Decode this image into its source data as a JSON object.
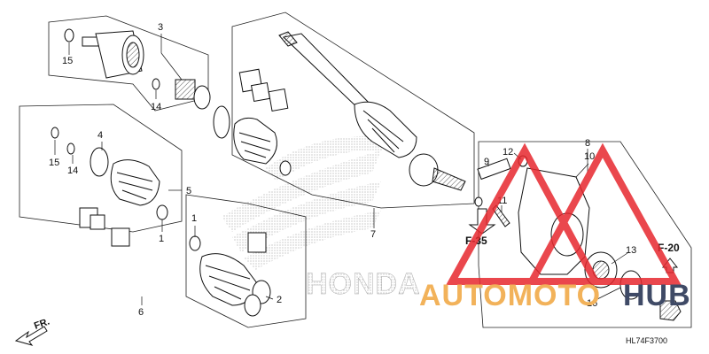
{
  "diagram": {
    "drawing_code": "HL74F3700",
    "front_label": "FR.",
    "callouts": {
      "c1a": "1",
      "c1b": "1",
      "c2": "2",
      "c3": "3",
      "c4": "4",
      "c5": "5",
      "c6": "6",
      "c7": "7",
      "c8": "8",
      "c9": "9",
      "c10": "10",
      "c11": "11",
      "c12": "12",
      "c13": "13",
      "c14a": "14",
      "c14b": "14",
      "c15a": "15",
      "c15b": "15",
      "c16": "16"
    },
    "references": {
      "f35": "F-35",
      "f20": "F-20"
    }
  },
  "watermark": {
    "brand_text": "HONDA",
    "overlay_text_a": "AUTOMOTO",
    "overlay_text_b": "HUB",
    "overlay_color_a": "#f2b25a",
    "overlay_color_b": "#3f4a66",
    "triangle_color": "#e7282e"
  }
}
